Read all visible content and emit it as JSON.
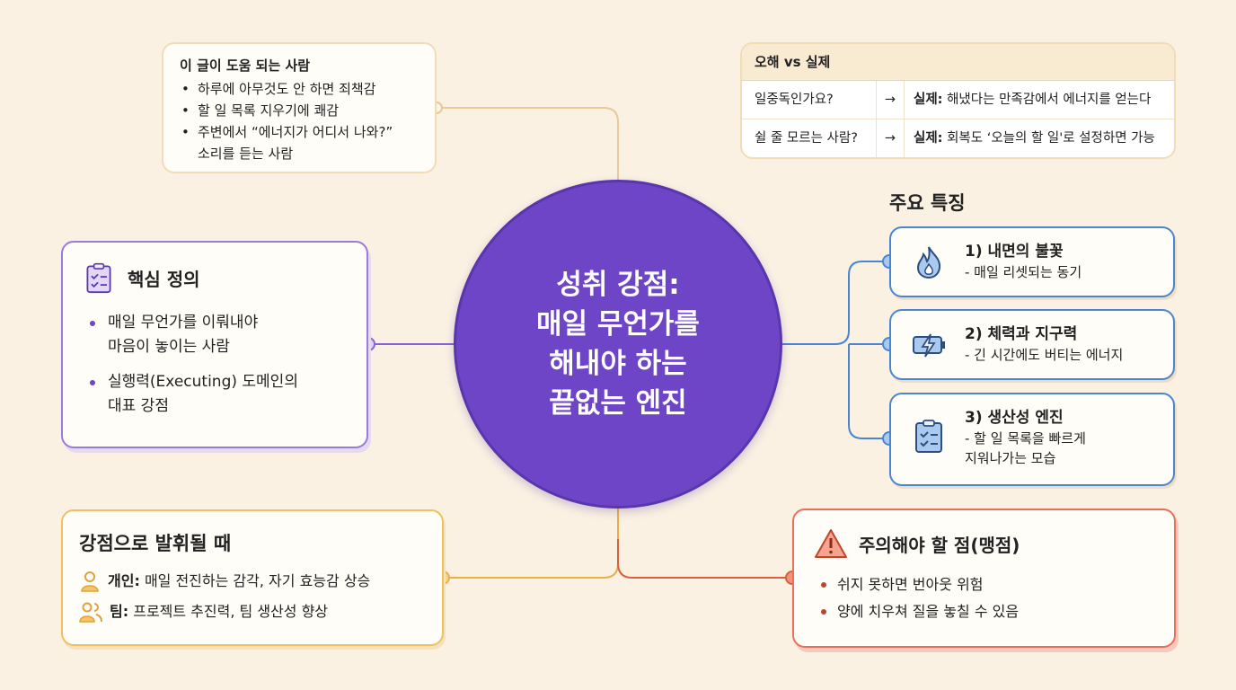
{
  "center": {
    "title": "성취 강점:\n매일 무언가를\n해내야 하는\n끝없는 엔진"
  },
  "audience": {
    "title": "이 글이 도움 되는 사람",
    "items": [
      "하루에 아무것도 안 하면 죄책감",
      "할 일 목록 지우기에 쾌감",
      "주변에서 “에너지가 어디서 나와?”\n소리를 듣는 사람"
    ]
  },
  "myths": {
    "title": "오해 vs 실제",
    "rows": [
      {
        "myth": "일중독인가요?",
        "arrow": "→",
        "label": "실제:",
        "fact": "해냈다는 만족감에서 에너지를 얻는다"
      },
      {
        "myth": "쉴 줄 모르는 사람?",
        "arrow": "→",
        "label": "실제:",
        "fact": "회복도 ‘오늘의 할 일'로 설정하면 가능"
      }
    ]
  },
  "features": {
    "title": "주요 특징",
    "items": [
      {
        "icon": "flame-icon",
        "title": "1) 내면의 불꽃",
        "desc": "- 매일 리셋되는 동기"
      },
      {
        "icon": "battery-bolt-icon",
        "title": "2) 체력과 지구력",
        "desc": "- 긴 시간에도 버티는 에너지"
      },
      {
        "icon": "clipboard-check-icon",
        "title": "3) 생산성 엔진",
        "desc": "- 할 일 목록을 빠르게\n  지워나가는 모습"
      }
    ]
  },
  "definition": {
    "title": "핵심 정의",
    "items": [
      "매일 무언가를 이뤄내야\n마음이 놓이는 사람",
      "실행력(Executing) 도메인의\n대표 강점"
    ]
  },
  "strength": {
    "title": "강점으로 발휘될 때",
    "rows": [
      {
        "label": "개인:",
        "text": "매일 전진하는 감각, 자기 효능감 상승"
      },
      {
        "label": "팀:",
        "text": "프로젝트 추진력, 팀 생산성 향상"
      }
    ]
  },
  "caution": {
    "title": "주의해야 할 점(맹점)",
    "items": [
      "쉬지 못하면 번아웃 위험",
      "양에 치우쳐 질을 놓칠 수 있음"
    ]
  },
  "colors": {
    "purple": "#6d45c6",
    "blue": "#4a86d0",
    "gold": "#f0c060",
    "red": "#e8705a"
  }
}
